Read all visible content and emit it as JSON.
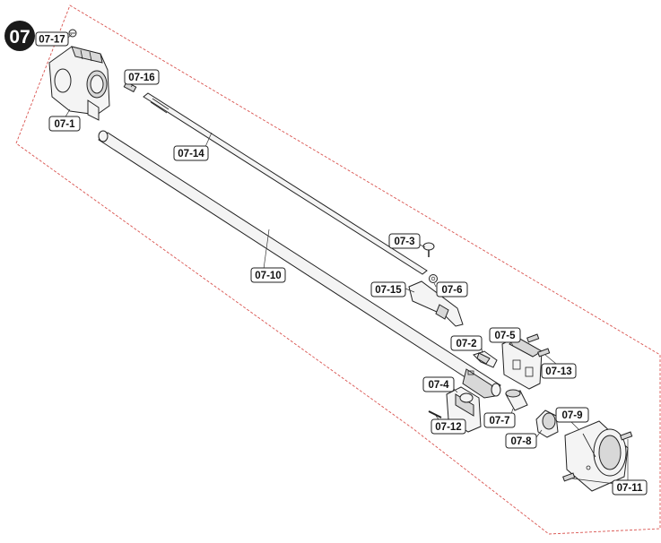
{
  "group_badge": "07",
  "labels": {
    "p07_17": "07-17",
    "p07_16": "07-16",
    "p07_1": "07-1",
    "p07_14": "07-14",
    "p07_3": "07-3",
    "p07_10": "07-10",
    "p07_15": "07-15",
    "p07_6": "07-6",
    "p07_5": "07-5",
    "p07_2": "07-2",
    "p07_13": "07-13",
    "p07_4": "07-4",
    "p07_12": "07-12",
    "p07_7": "07-7",
    "p07_9": "07-9",
    "p07_8": "07-8",
    "p07_11": "07-11"
  },
  "colors": {
    "badge": "#1a1a1a",
    "boundary": "#d9534f",
    "line": "#222222"
  }
}
